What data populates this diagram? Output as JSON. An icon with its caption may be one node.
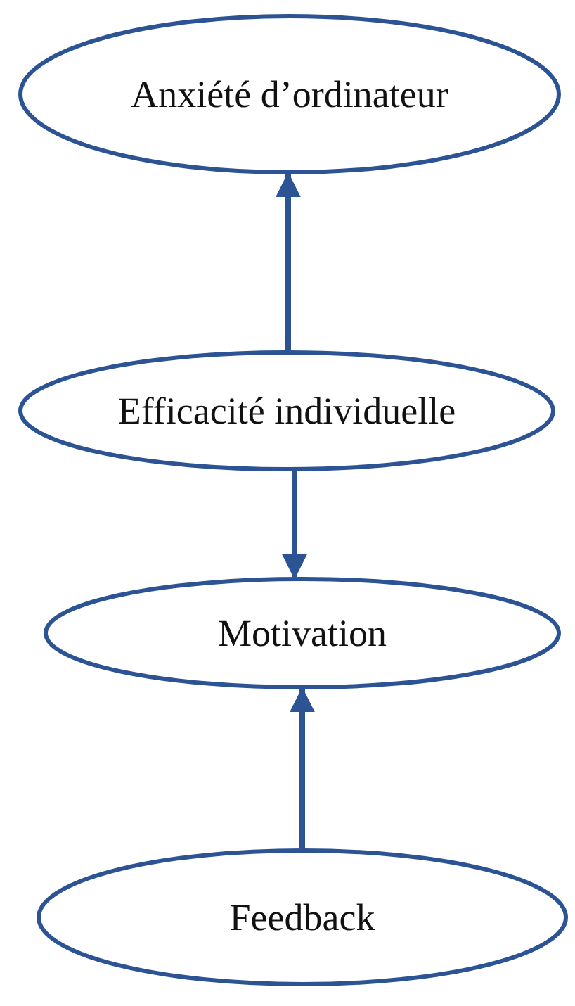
{
  "diagram": {
    "nodes": [
      {
        "text": [
          "Anxiété d’ordinateur"
        ]
      },
      {
        "text": [
          "Efficacité individuelle"
        ]
      },
      {
        "text": [
          "Motivation"
        ]
      },
      {
        "text": [
          "Feedback"
        ]
      }
    ],
    "edges": [
      {
        "from": 1,
        "to": 0,
        "arrow": "to"
      },
      {
        "from": 1,
        "to": 2,
        "arrow": "to"
      },
      {
        "from": 3,
        "to": 2,
        "arrow": "to"
      }
    ]
  }
}
